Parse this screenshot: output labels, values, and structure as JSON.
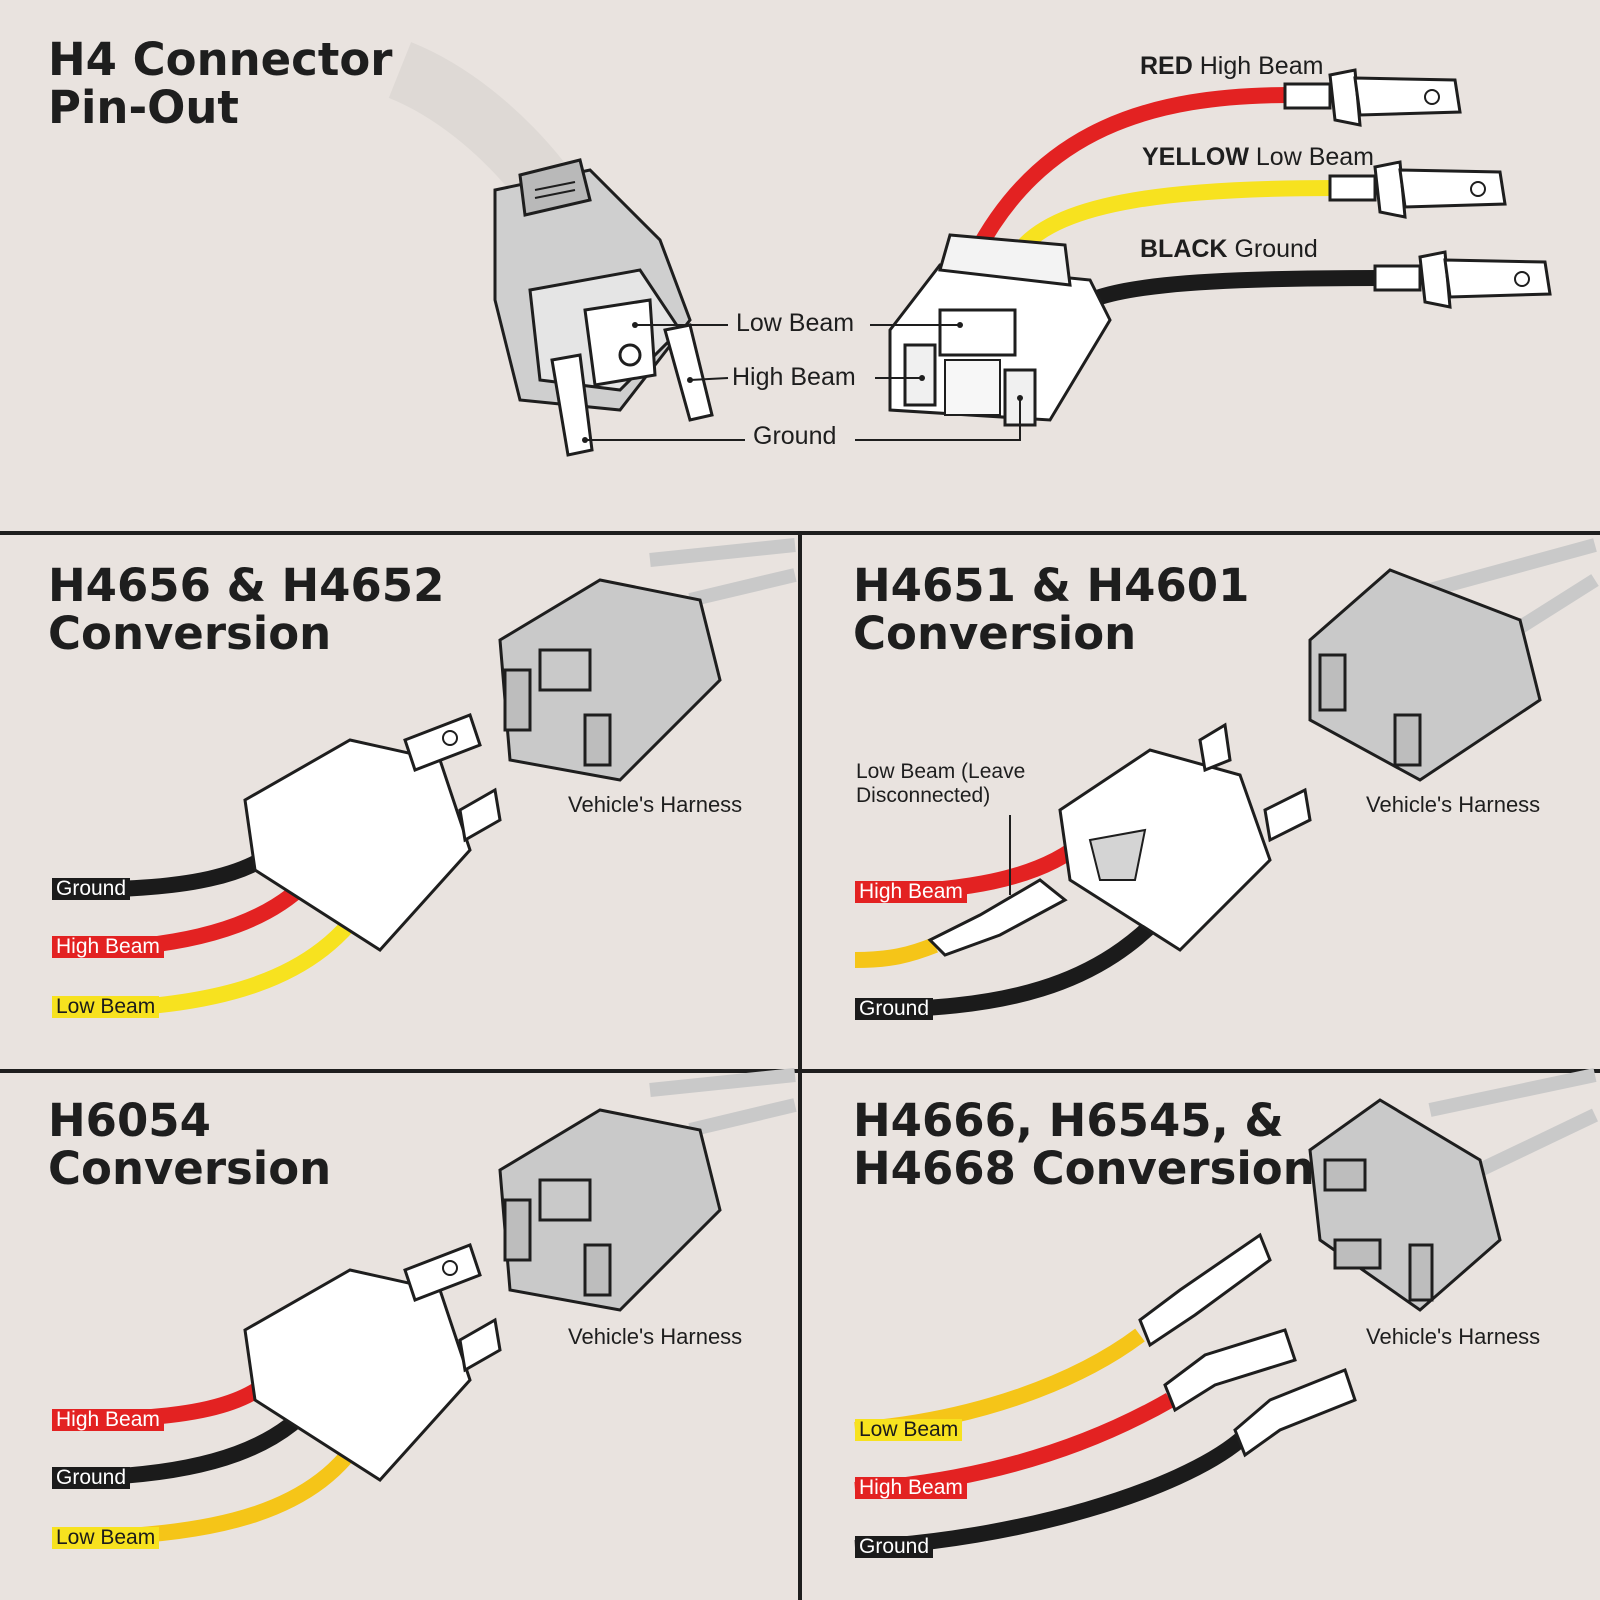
{
  "header": {
    "title": "H4 Connector\nPin-Out"
  },
  "pinout": {
    "wires": [
      {
        "color_word": "RED",
        "function": "High Beam",
        "color": "#e32222"
      },
      {
        "color_word": "YELLOW",
        "function": "Low Beam",
        "color": "#f7e21f"
      },
      {
        "color_word": "BLACK",
        "function": "Ground",
        "color": "#1b1b1b"
      }
    ],
    "callouts": {
      "low_beam": "Low Beam",
      "high_beam": "High Beam",
      "ground": "Ground"
    }
  },
  "panels": [
    {
      "title": "H4656 & H4652\nConversion",
      "harness_label": "Vehicle's Harness",
      "wire_labels": [
        "Ground",
        "High Beam",
        "Low Beam"
      ]
    },
    {
      "title": "H4651 & H4601\nConversion",
      "harness_label": "Vehicle's Harness",
      "note": "Low Beam (Leave\nDisconnected)",
      "wire_labels": [
        "High Beam",
        "Ground"
      ]
    },
    {
      "title": "H6054\nConversion",
      "harness_label": "Vehicle's Harness",
      "wire_labels": [
        "High Beam",
        "Ground",
        "Low Beam"
      ]
    },
    {
      "title": "H4666, H6545, &\nH4668 Conversion",
      "harness_label": "Vehicle's Harness",
      "wire_labels": [
        "Low Beam",
        "High Beam",
        "Ground"
      ]
    }
  ],
  "colors": {
    "background": "#e9e3df",
    "divider": "#1e1e1e",
    "red": "#e32222",
    "yellow": "#f7e21f",
    "black": "#1b1b1b",
    "harness_gray": "#c9c9c9"
  }
}
